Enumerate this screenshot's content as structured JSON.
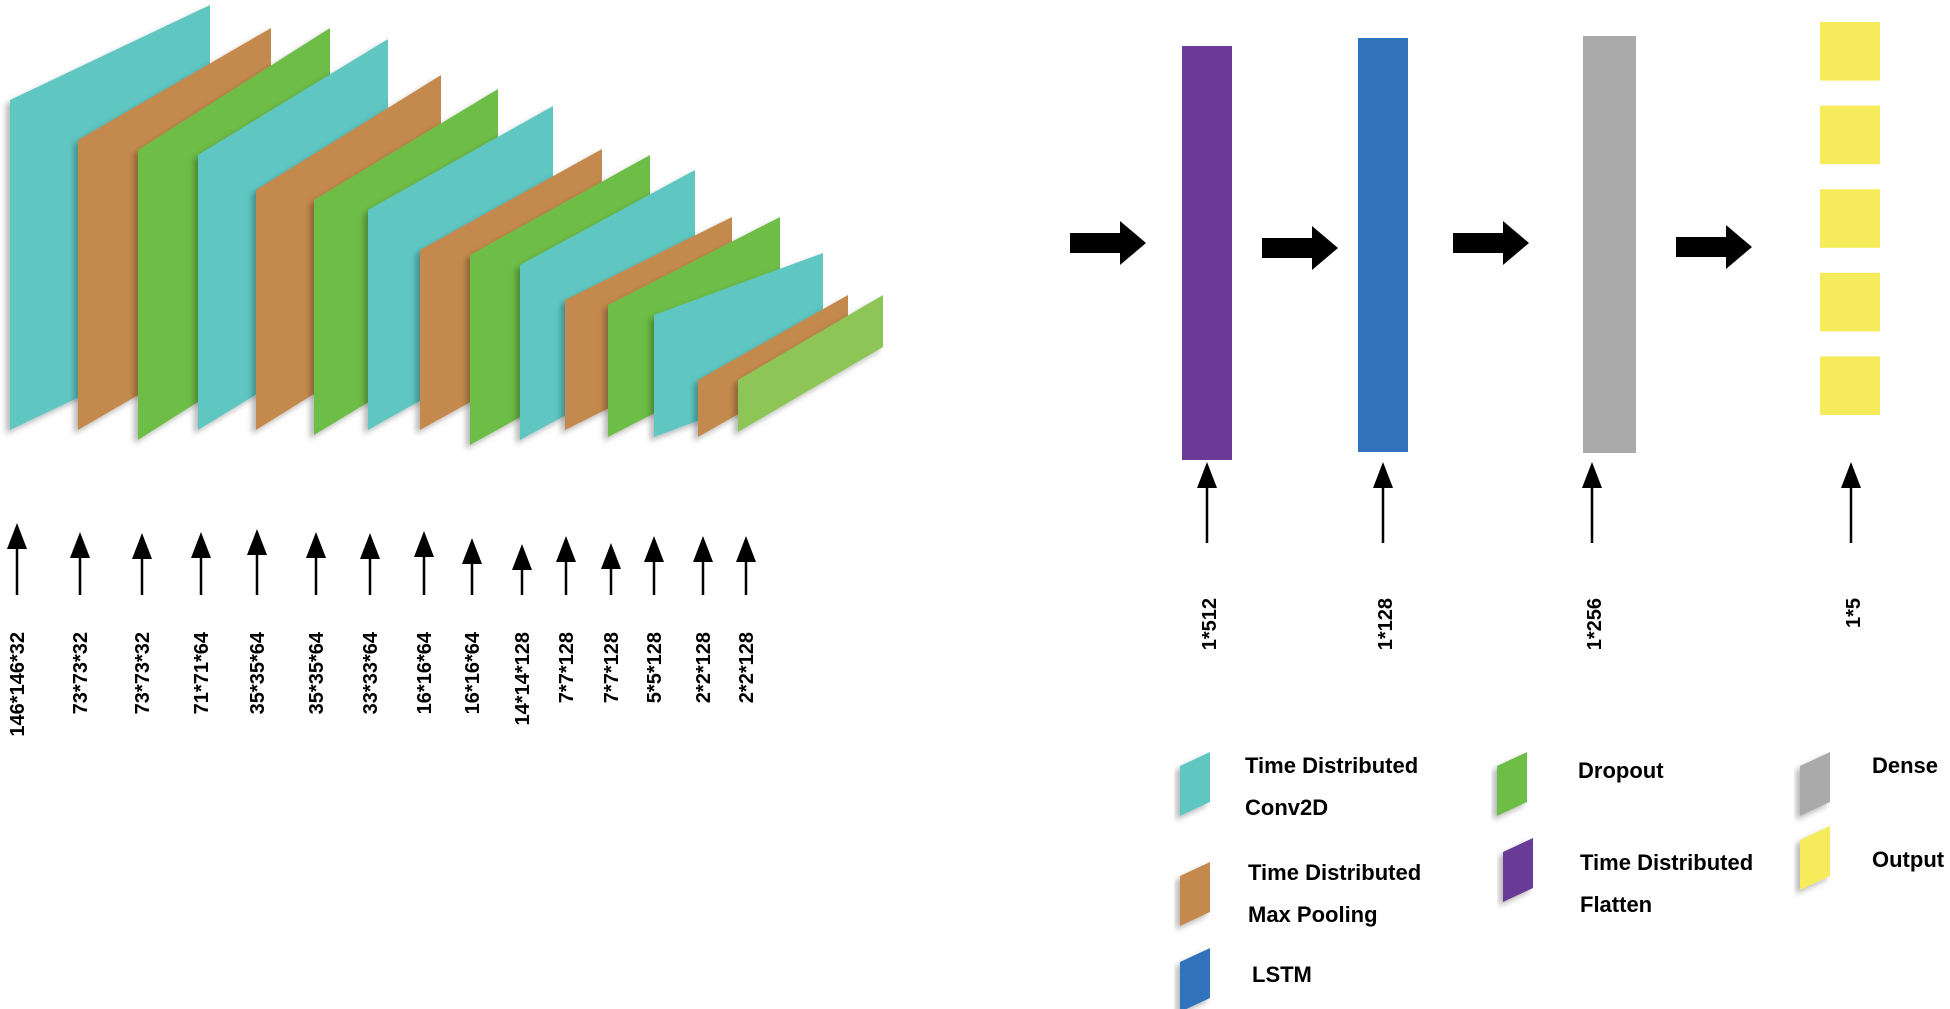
{
  "colors": {
    "conv2d": "#5EC6C2",
    "maxpool": "#C48A4E",
    "dropout": "#6EBD46",
    "dropout_last": "#8DC656",
    "flatten": "#6A3A96",
    "lstm": "#3172BC",
    "dense": "#AAAAAA",
    "output": "#F6EB5A",
    "arrow": "#000000"
  },
  "icons": {
    "block_arrow": "block-arrow-icon",
    "thin_arrow": "up-arrow-icon",
    "legend_swatch": "parallelogram-swatch-icon"
  },
  "cnn_layers": [
    {
      "type": "conv2d",
      "dim": "146*146*32"
    },
    {
      "type": "maxpool",
      "dim": "73*73*32"
    },
    {
      "type": "dropout",
      "dim": "73*73*32"
    },
    {
      "type": "conv2d",
      "dim": "71*71*64"
    },
    {
      "type": "maxpool",
      "dim": "35*35*64"
    },
    {
      "type": "dropout",
      "dim": "35*35*64"
    },
    {
      "type": "conv2d",
      "dim": "33*33*64"
    },
    {
      "type": "maxpool",
      "dim": "16*16*64"
    },
    {
      "type": "dropout",
      "dim": "16*16*64"
    },
    {
      "type": "conv2d",
      "dim": "14*14*128"
    },
    {
      "type": "maxpool",
      "dim": "7*7*128"
    },
    {
      "type": "dropout",
      "dim": "7*7*128"
    },
    {
      "type": "conv2d",
      "dim": "5*5*128"
    },
    {
      "type": "maxpool",
      "dim": "2*2*128"
    },
    {
      "type": "dropout_last",
      "dim": "2*2*128"
    }
  ],
  "dense_layers": [
    {
      "type": "flatten",
      "dim": "1*512"
    },
    {
      "type": "lstm",
      "dim": "1*128"
    },
    {
      "type": "dense",
      "dim": "1*256"
    },
    {
      "type": "output",
      "dim": "1*5",
      "units": 5
    }
  ],
  "legend": [
    {
      "type": "conv2d",
      "lines": [
        "Time Distributed",
        "Conv2D"
      ]
    },
    {
      "type": "dropout",
      "lines": [
        "Dropout"
      ]
    },
    {
      "type": "dense",
      "lines": [
        "Dense"
      ]
    },
    {
      "type": "maxpool",
      "lines": [
        "Time Distributed",
        "Max Pooling"
      ]
    },
    {
      "type": "flatten",
      "lines": [
        "Time Distributed",
        "Flatten"
      ]
    },
    {
      "type": "output",
      "lines": [
        "Output"
      ]
    },
    {
      "type": "lstm",
      "lines": [
        "LSTM"
      ]
    }
  ]
}
